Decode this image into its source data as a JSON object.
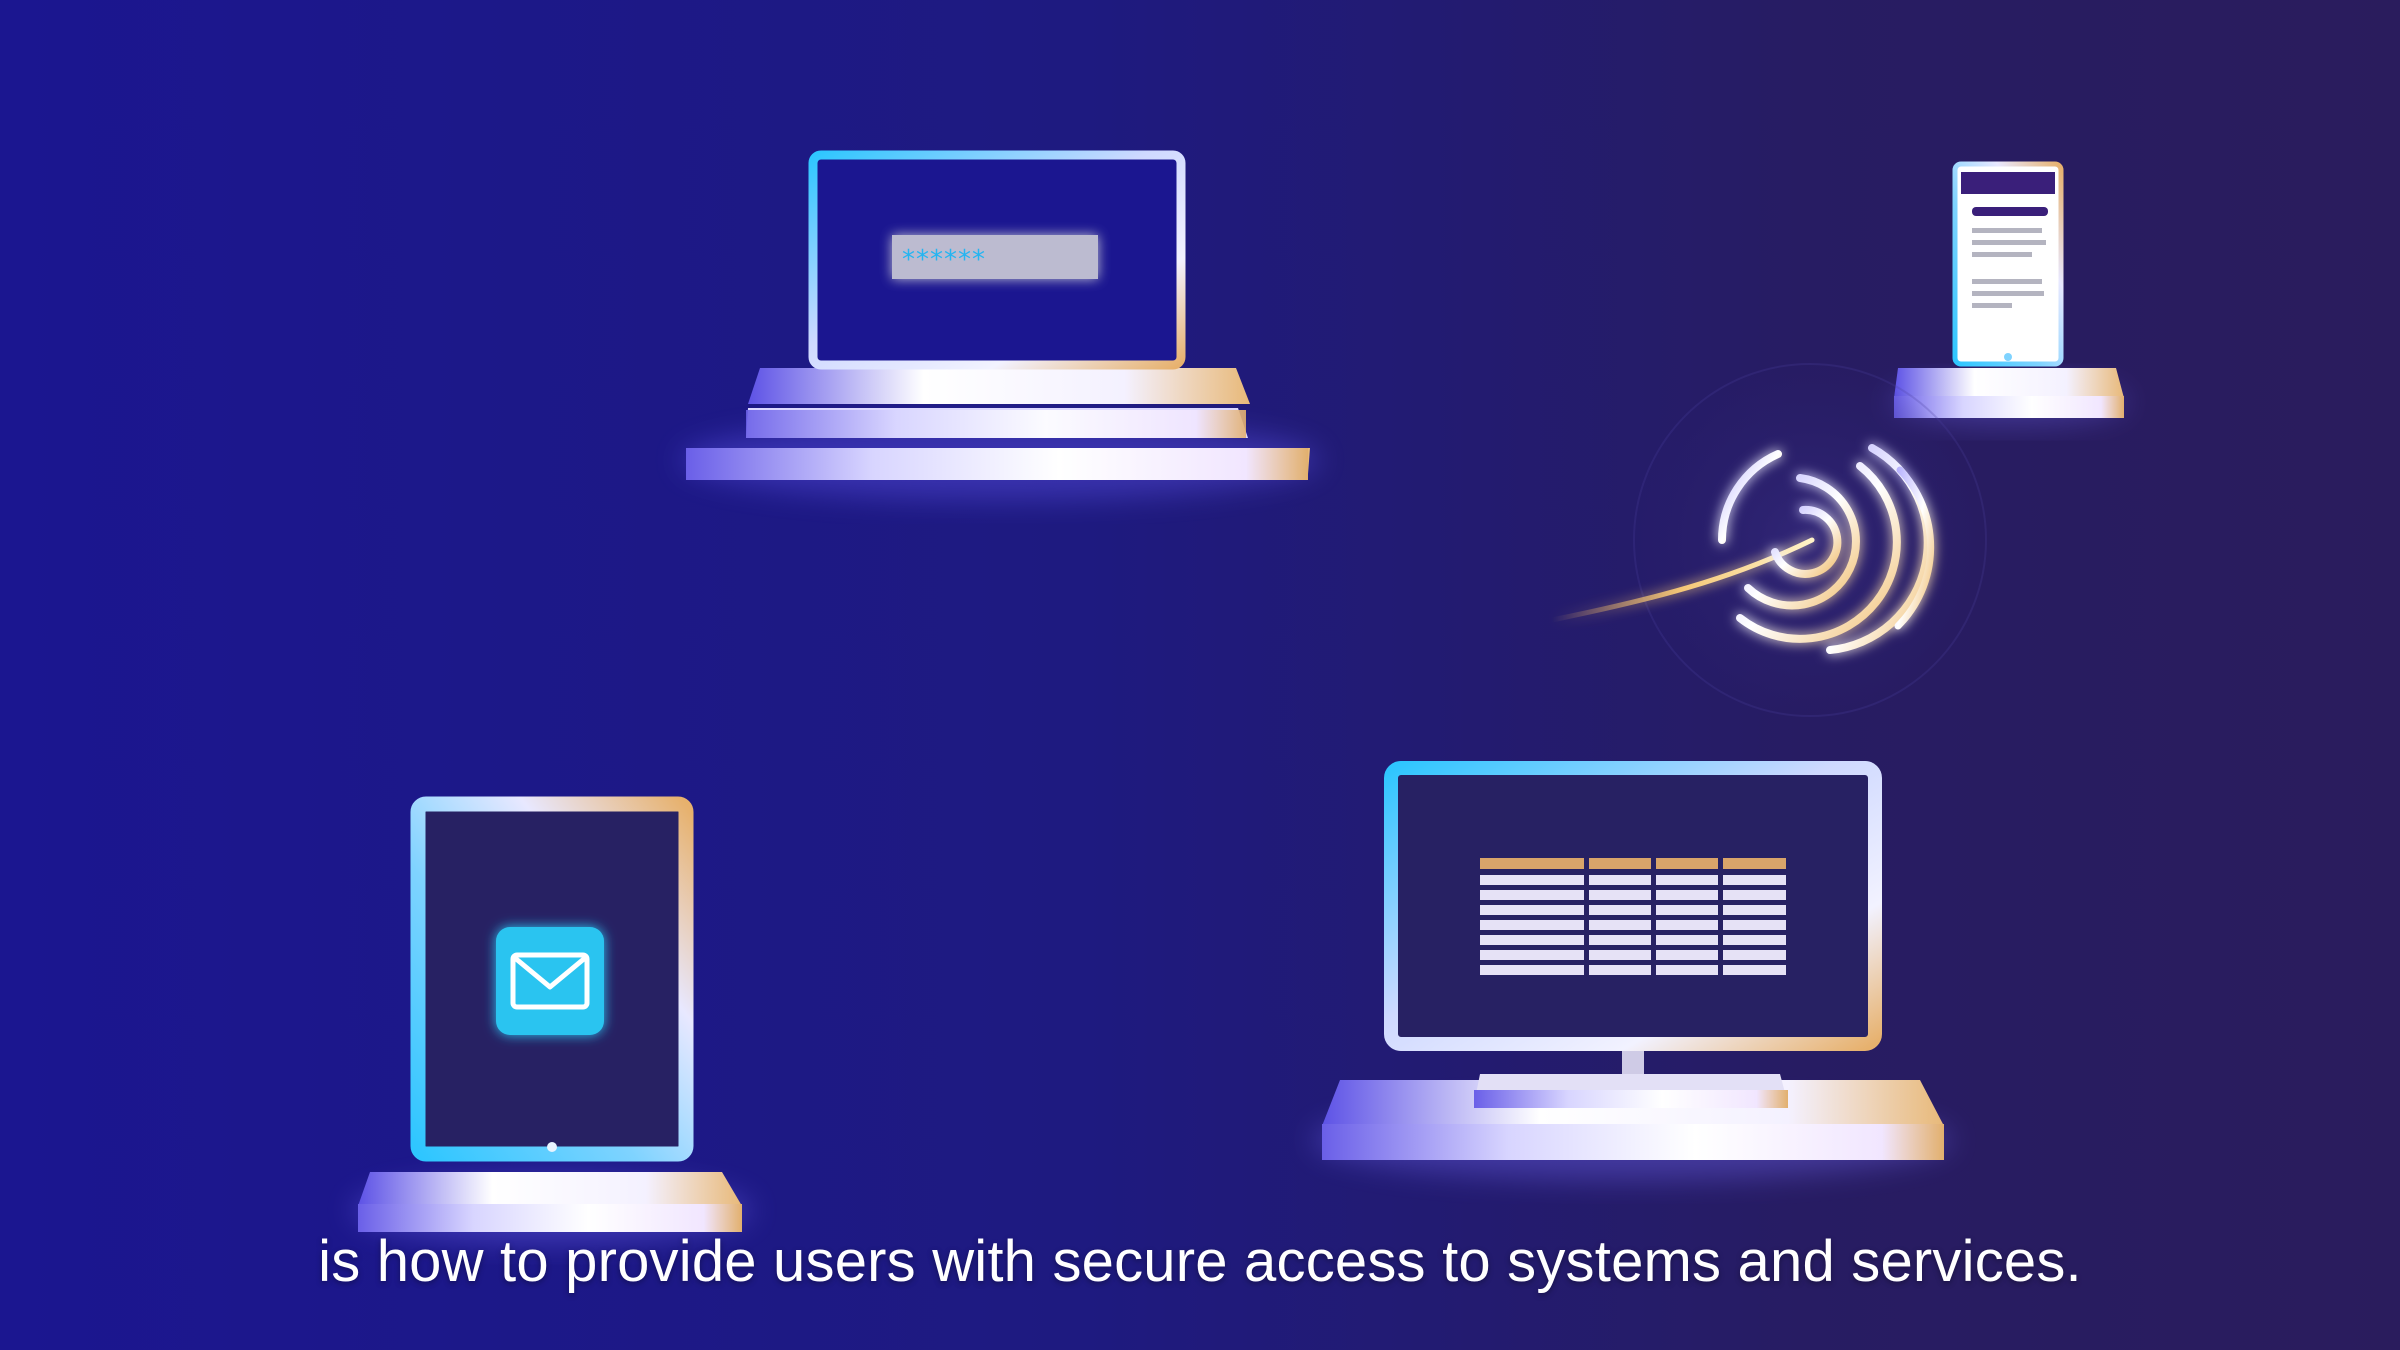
{
  "caption": {
    "text": "is how to provide users with secure access to systems and services."
  },
  "devices": {
    "laptop": {
      "icon": "laptop-icon",
      "password_mask": "******"
    },
    "phone": {
      "icon": "smartphone-icon"
    },
    "tablet": {
      "icon": "tablet-icon",
      "app_icon": "envelope-icon"
    },
    "desktop": {
      "icon": "desktop-monitor-icon",
      "content": "table-grid",
      "table": {
        "rows": 7,
        "columns": 4
      }
    },
    "fingerprint": {
      "icon": "biometric-fingerprint-icon"
    }
  },
  "colors": {
    "background_left": "#1b1690",
    "background_right": "#2a1c5d",
    "accent_cyan": "#29b6f6",
    "accent_gold": "#e0b072",
    "platform_light": "#e9e6ff"
  }
}
